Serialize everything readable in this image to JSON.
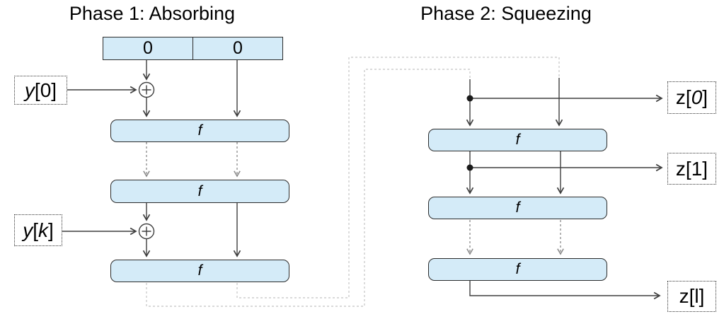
{
  "titles": {
    "phase1": "Phase 1: Absorbing",
    "phase2": "Phase 2: Squeezing"
  },
  "state_register": {
    "cells": [
      "0",
      "0"
    ]
  },
  "function_label": "f",
  "io_labels": {
    "y0": {
      "var": "y",
      "open": "[",
      "index": "0",
      "close": "]"
    },
    "yk": {
      "var": "y",
      "open": "[",
      "index": "k",
      "close": "]"
    },
    "z0": {
      "var": "z",
      "open": "[",
      "index": "0",
      "close": "]"
    },
    "z1": {
      "var": "z",
      "open": "[",
      "index": "1",
      "close": "]"
    },
    "zl": {
      "var": "z",
      "open": "[",
      "index": "l",
      "close": "]"
    }
  },
  "colors": {
    "box_fill": "#d4ebf8",
    "box_border": "#2b2b2b",
    "line": "#3e3e3e",
    "repeat_line": "#8a8a8a",
    "connector_line": "#c4c4c4",
    "text": "#000000"
  }
}
